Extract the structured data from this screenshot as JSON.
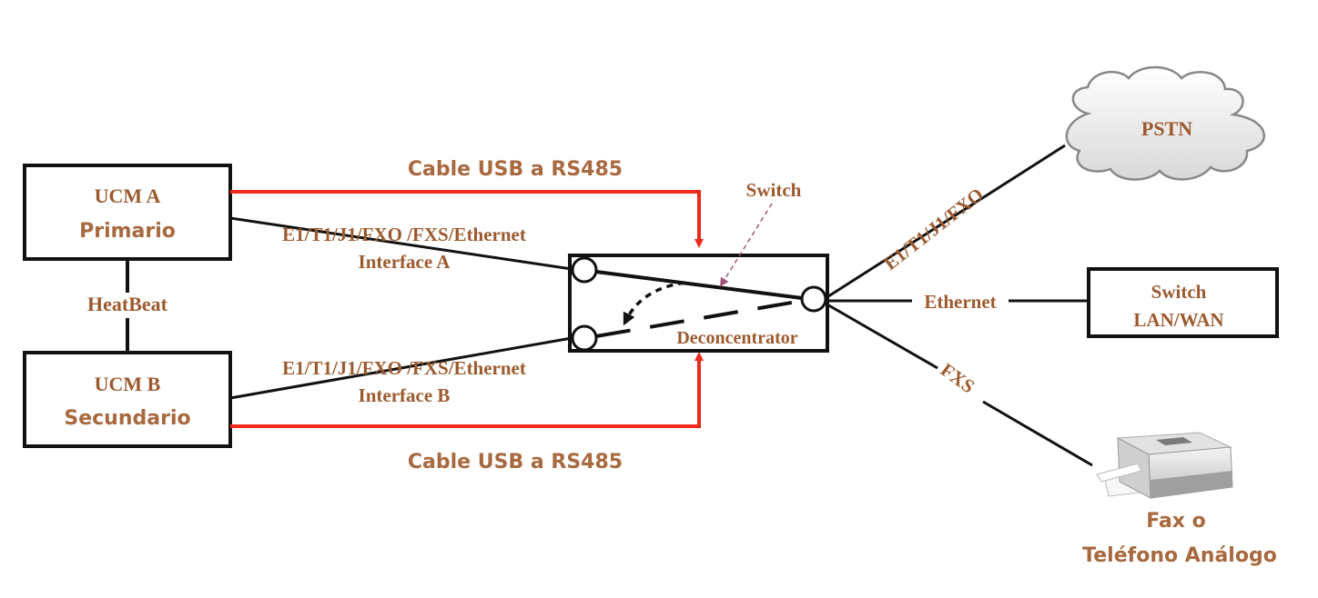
{
  "nodes": {
    "ucm_a": {
      "line1": "UCM A",
      "line2": "Primario"
    },
    "ucm_b": {
      "line1": "UCM B",
      "line2": "Secundario"
    },
    "heartbeat": "HeatBeat",
    "deconcentrator": "Deconcentrator",
    "switch_label": "Switch",
    "pstn": "PSTN",
    "switch_lan": {
      "line1": "Switch",
      "line2": "LAN/WAN"
    },
    "fax": {
      "line1": "Fax o",
      "line2": "Teléfono Análogo"
    }
  },
  "links": {
    "usb_top": "Cable USB a RS485",
    "usb_bottom": "Cable USB a RS485",
    "iface_a": {
      "line1": "E1/T1/J1/FXO /FXS/Ethernet",
      "line2": "Interface A"
    },
    "iface_b": {
      "line1": "E1/T1/J1/FXO /FXS/Ethernet",
      "line2": "Interface B"
    },
    "pstn_link": "E1/T1/J1/FXO",
    "ethernet_link": "Ethernet",
    "fxs_link": "FXS"
  },
  "colors": {
    "line": "#111111",
    "usb_cable": "#ee2a1c",
    "label_brown": "#9c5a2e",
    "pointer": "#a0547a"
  }
}
